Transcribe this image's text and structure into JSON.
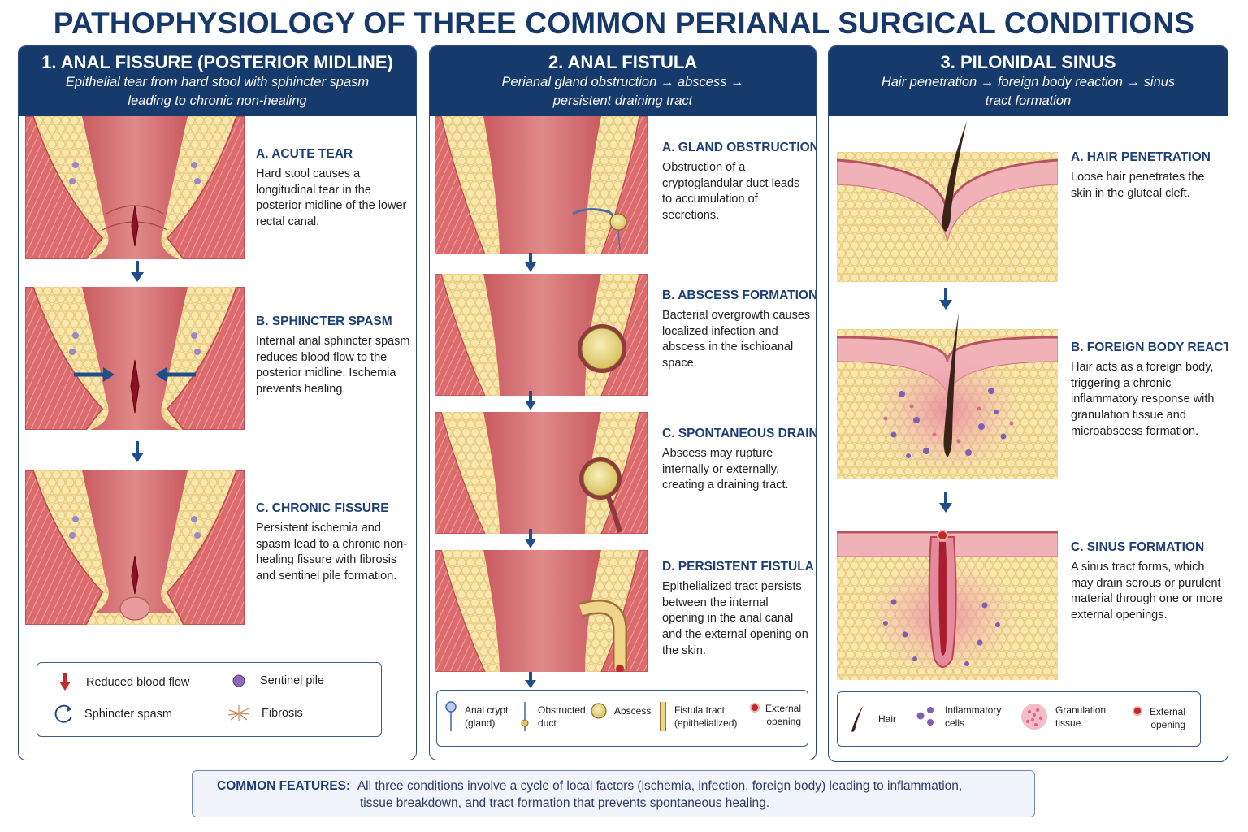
{
  "title": "PATHOPHYSIOLOGY OF THREE COMMON PERIANAL SURGICAL CONDITIONS",
  "panels": [
    {
      "title": "1. ANAL FISSURE (POSTERIOR MIDLINE)",
      "subtitle": "Epithelial tear from hard stool with sphincter spasm leading to chronic non-healing",
      "steps": [
        {
          "title": "A. ACUTE TEAR",
          "desc": "Hard stool causes a longitudinal tear in the posterior midline of the lower rectal canal."
        },
        {
          "title": "B. SPHINCTER SPASM",
          "desc": "Internal anal sphincter spasm reduces blood flow to the posterior midline. Ischemia prevents healing."
        },
        {
          "title": "C. CHRONIC FISSURE",
          "desc": "Persistent ischemia and spasm lead to a chronic non-healing fissure with fibrosis and sentinel pile formation."
        }
      ],
      "legend": [
        {
          "icon": "red-down-arrow-icon",
          "label": "Reduced blood flow"
        },
        {
          "icon": "purple-dot-icon",
          "label": "Sentinel pile"
        },
        {
          "icon": "circular-arrow-icon",
          "label": "Sphincter spasm"
        },
        {
          "icon": "starburst-icon",
          "label": "Fibrosis"
        }
      ]
    },
    {
      "title": "2. ANAL FISTULA",
      "subtitle": "Perianal gland obstruction → abscess → persistent draining tract",
      "steps": [
        {
          "title": "A. GLAND OBSTRUCTION",
          "desc": "Obstruction of a cryptoglandular duct leads to accumulation of secretions."
        },
        {
          "title": "B. ABSCESS FORMATION",
          "desc": "Bacterial overgrowth causes localized infection and abscess in the ischioanal space."
        },
        {
          "title": "C. SPONTANEOUS DRAINAGE",
          "desc": "Abscess may rupture internally or externally, creating a draining tract."
        },
        {
          "title": "D. PERSISTENT FISTULA",
          "desc": "Epithelialized tract persists between the internal opening in the anal canal and the external opening on the skin."
        }
      ],
      "legend": [
        {
          "icon": "pin-gland-icon",
          "label1": "Anal crypt",
          "label2": "(gland)"
        },
        {
          "icon": "obstructed-duct-icon",
          "label1": "Obstructed",
          "label2": "duct"
        },
        {
          "icon": "abscess-icon",
          "label1": "Abscess",
          "label2": ""
        },
        {
          "icon": "tract-icon",
          "label1": "Fistula tract",
          "label2": "(epithelialized)"
        },
        {
          "icon": "external-opening-icon",
          "label1": "External",
          "label2": "opening"
        }
      ]
    },
    {
      "title": "3. PILONIDAL SINUS",
      "subtitle": "Hair penetration → foreign body reaction → sinus tract formation",
      "steps": [
        {
          "title": "A. HAIR PENETRATION",
          "desc": "Loose hair penetrates the skin in the gluteal cleft."
        },
        {
          "title": "B. FOREIGN BODY REACTION",
          "desc": "Hair acts as a foreign body, triggering a chronic inflammatory response with granulation tissue and microabscess formation."
        },
        {
          "title": "C. SINUS FORMATION",
          "desc": "A sinus tract forms, which may drain serous or purulent material through one or more external openings."
        }
      ],
      "legend": [
        {
          "icon": "hair-icon",
          "label1": "Hair",
          "label2": ""
        },
        {
          "icon": "inflammatory-cells-icon",
          "label1": "Inflammatory",
          "label2": "cells"
        },
        {
          "icon": "granulation-icon",
          "label1": "Granulation",
          "label2": "tissue"
        },
        {
          "icon": "external-opening-icon",
          "label1": "External",
          "label2": "opening"
        }
      ]
    }
  ],
  "common": {
    "label": "COMMON FEATURES:",
    "text1": "All three conditions involve a cycle of local factors (ischemia, infection, foreign body) leading to inflammation,",
    "text2": "tissue breakdown, and tract formation that prevents spontaneous healing."
  },
  "colors": {
    "navy": "#173a6c",
    "muscle": "#d9656a",
    "fat": "#f6dc8c",
    "mucosa": "#c85c63",
    "arrow": "#1f4d8a"
  }
}
